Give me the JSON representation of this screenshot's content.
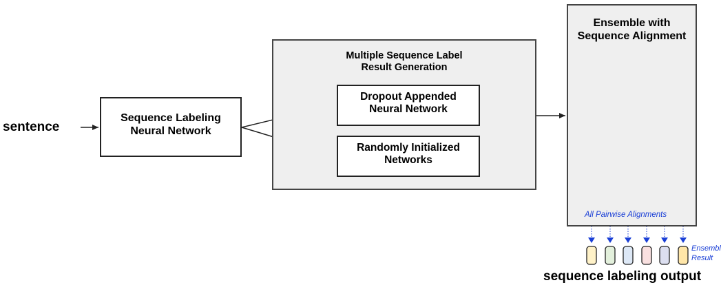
{
  "input_label": "sentence",
  "nodes": {
    "sequence_labeling_nn": {
      "line1": "Sequence Labeling",
      "line2": "Neural Network"
    },
    "generation_group": {
      "line1": "Multiple Sequence Label",
      "line2": "Result Generation"
    },
    "dropout_nn": {
      "line1": "Dropout Appended",
      "line2": "Neural Network"
    },
    "random_init_nn": {
      "line1": "Randomly Initialized",
      "line2": "Networks"
    },
    "ensemble_group": {
      "line1": "Ensemble with",
      "line2": "Sequence Alignment"
    }
  },
  "alignment_label": "All Pairwise Alignments",
  "ensemble_result_label": {
    "line1": "Ensemble",
    "line2": "Result"
  },
  "output_label": "sequence labeling output",
  "colors": {
    "arrow": "#222222",
    "alignment_blue": "#1a3fd6",
    "group_fill": "#efefef",
    "token_fills": [
      "#fff2c8",
      "#e3f0dc",
      "#dde8f6",
      "#f9e0e0",
      "#dcdff0",
      "#ffe6a8"
    ]
  },
  "token_grid": {
    "rows": [
      [
        "#fff2c8",
        "#e3f0dc",
        "#dde8f6",
        "#f9e0e0",
        "#dcdff0",
        "#ffe6a8"
      ],
      [
        "#e3f0dc",
        "#e3f0dc",
        "#dde8f6",
        "#f9e0e0",
        "#e3f0dc",
        "#ffe6a8"
      ],
      [
        "#fff2c8",
        "#e3f0dc",
        "#dde8f6",
        "#f9e0e0",
        "#e3f0dc",
        "#ffe6a8"
      ],
      [
        "#f9e0e0",
        "#e3f0dc",
        "#f9e0e0",
        "#f9e0e0",
        "#e3f0dc",
        "#ffe6a8"
      ],
      [
        "#e3f0dc",
        "#e3f0dc",
        "#dde8f6",
        "#f9e0e0",
        "#dcdff0",
        "#ffe6a8"
      ],
      [
        "#fff2c8",
        "#ffe6a8",
        "#dde8f6",
        "#f9e0e0",
        "#e3f0dc",
        "#ffe6a8"
      ]
    ],
    "output": [
      "#fff2c8",
      "#e3f0dc",
      "#dde8f6",
      "#f9e0e0",
      "#dcdff0",
      "#ffe6a8"
    ]
  }
}
